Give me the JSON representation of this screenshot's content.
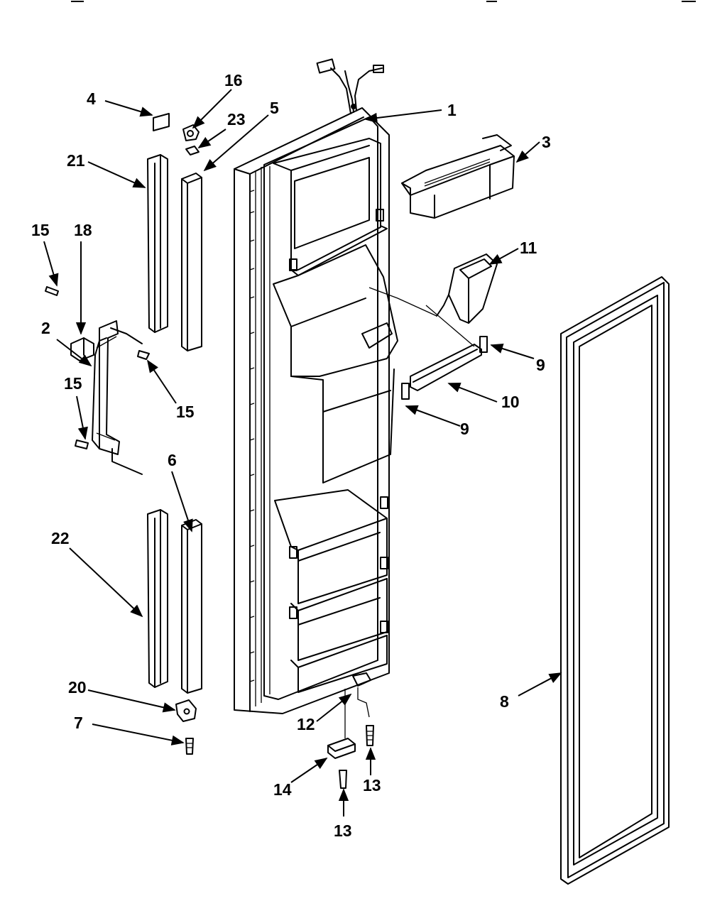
{
  "diagram": {
    "callouts": [
      {
        "id": "1",
        "label": "1"
      },
      {
        "id": "2",
        "label": "2"
      },
      {
        "id": "3",
        "label": "3"
      },
      {
        "id": "4",
        "label": "4"
      },
      {
        "id": "5",
        "label": "5"
      },
      {
        "id": "6",
        "label": "6"
      },
      {
        "id": "7",
        "label": "7"
      },
      {
        "id": "8",
        "label": "8"
      },
      {
        "id": "9a",
        "label": "9"
      },
      {
        "id": "9b",
        "label": "9"
      },
      {
        "id": "10",
        "label": "10"
      },
      {
        "id": "11",
        "label": "11"
      },
      {
        "id": "12",
        "label": "12"
      },
      {
        "id": "13a",
        "label": "13"
      },
      {
        "id": "13b",
        "label": "13"
      },
      {
        "id": "14",
        "label": "14"
      },
      {
        "id": "15a",
        "label": "15"
      },
      {
        "id": "15b",
        "label": "15"
      },
      {
        "id": "15c",
        "label": "15"
      },
      {
        "id": "16",
        "label": "16"
      },
      {
        "id": "18",
        "label": "18"
      },
      {
        "id": "20",
        "label": "20"
      },
      {
        "id": "21",
        "label": "21"
      },
      {
        "id": "22",
        "label": "22"
      },
      {
        "id": "23",
        "label": "23"
      }
    ]
  }
}
